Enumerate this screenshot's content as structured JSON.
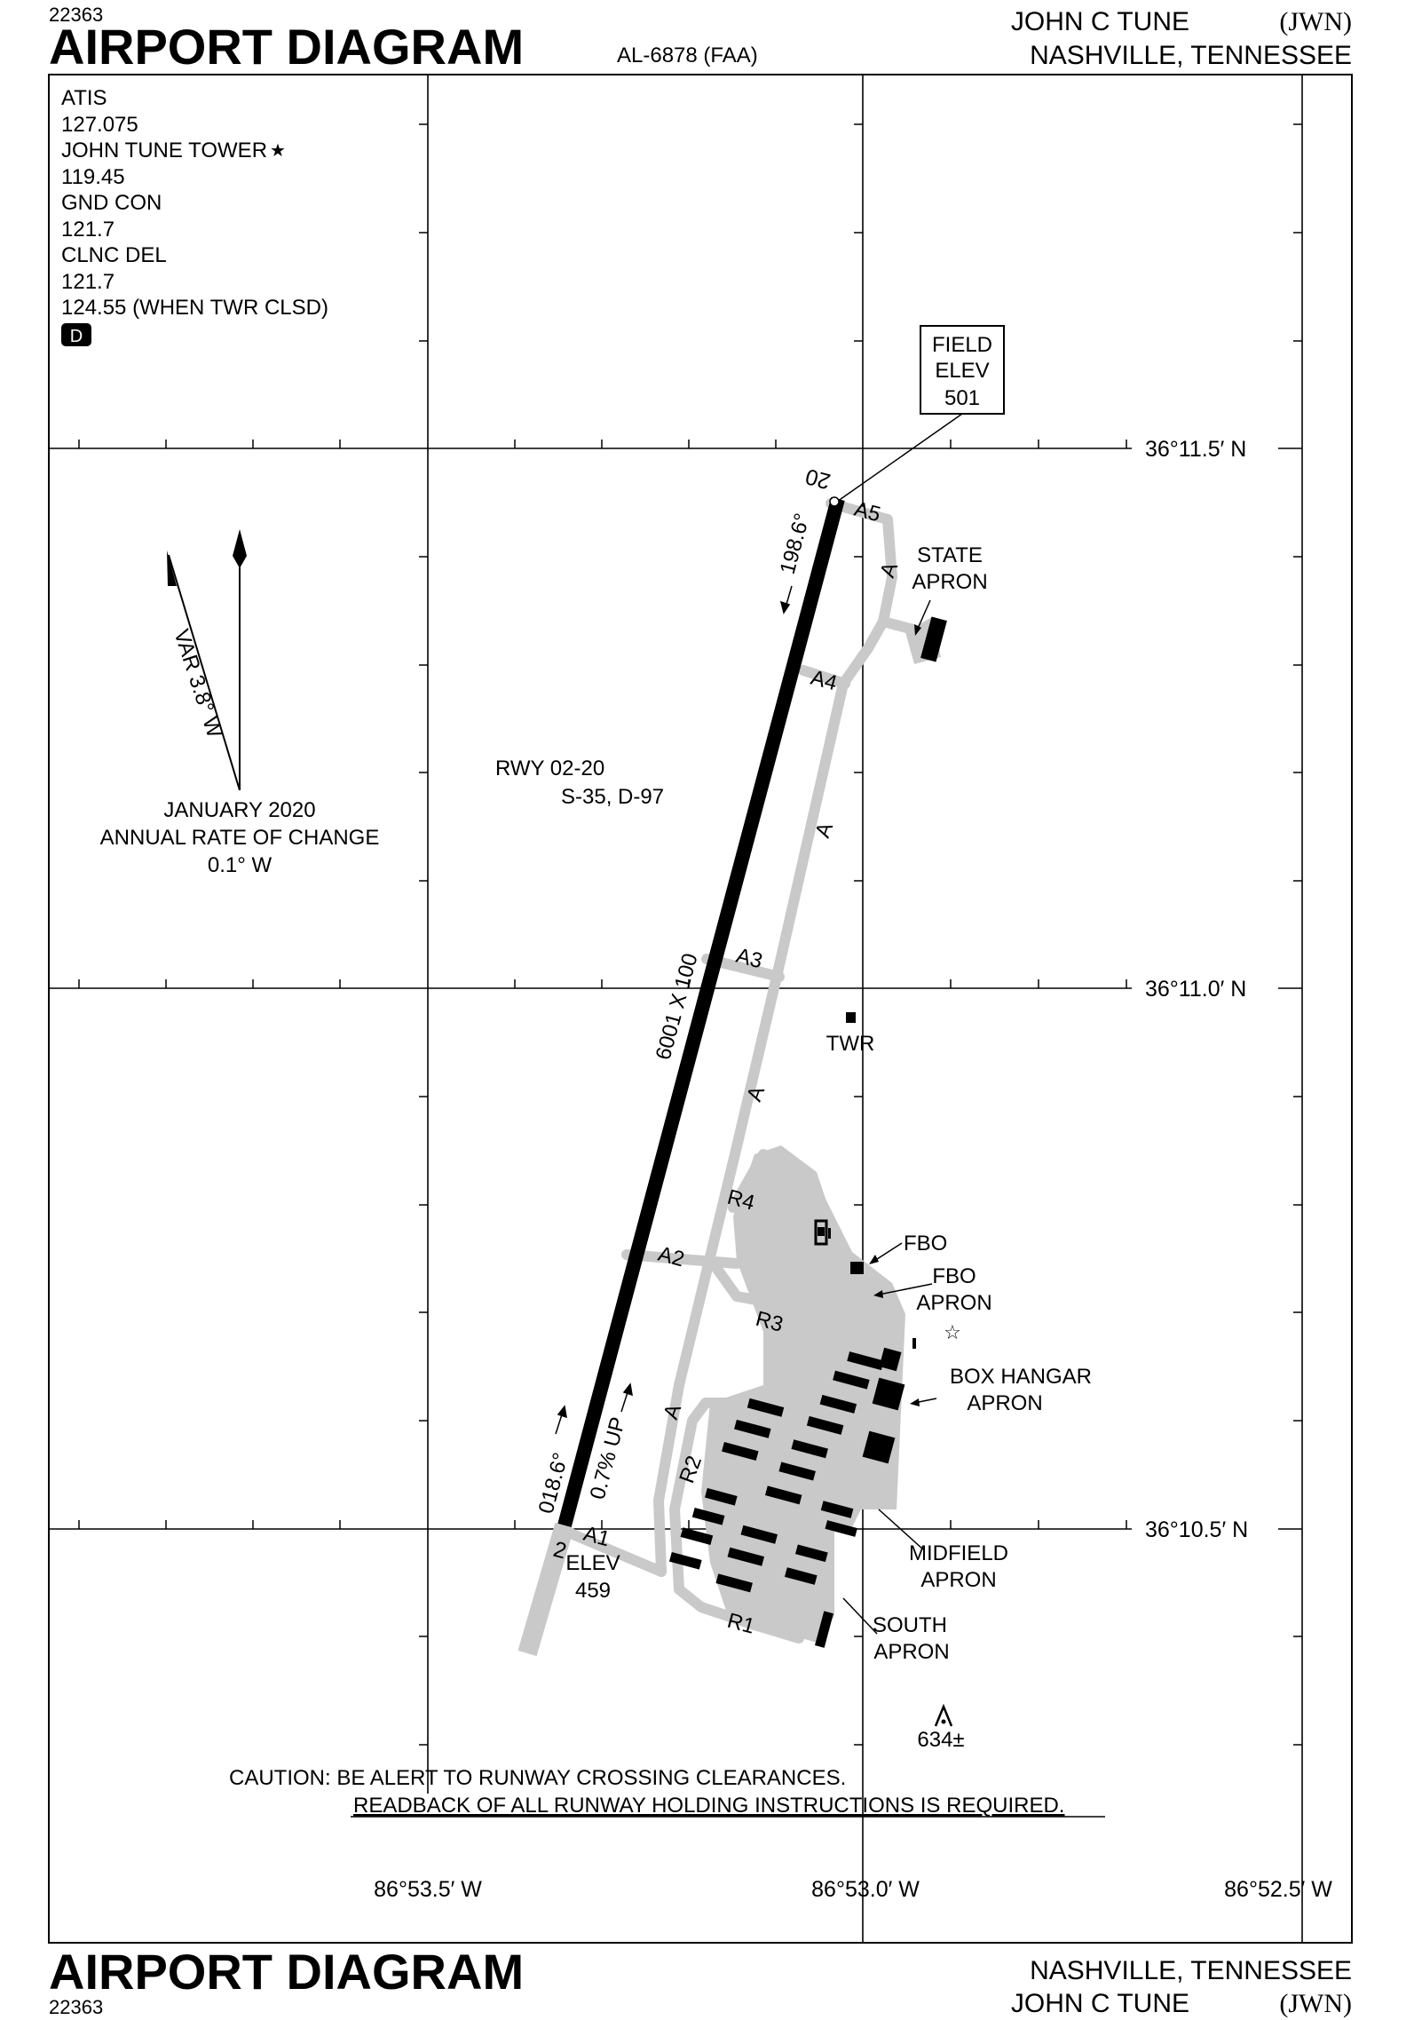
{
  "header": {
    "chart_number": "22363",
    "title": "AIRPORT DIAGRAM",
    "doc_id": "AL-6878 (FAA)",
    "airport_name": "JOHN C TUNE",
    "airport_id": "(JWN)",
    "city_state": "NASHVILLE, TENNESSEE"
  },
  "frequencies": {
    "lines": [
      "ATIS",
      "127.075",
      "JOHN TUNE TOWER",
      "119.45",
      "GND CON",
      "121.7",
      "CLNC DEL",
      "121.7",
      "124.55 (WHEN TWR CLSD)"
    ],
    "tower_star": "★",
    "d_badge": "D"
  },
  "magnetic": {
    "variation": "VAR 3.8° W",
    "date": "JANUARY 2020",
    "rate_label": "ANNUAL RATE OF CHANGE",
    "rate": "0.1° W"
  },
  "field_elev": {
    "line1": "FIELD",
    "line2": "ELEV",
    "value": "501"
  },
  "runway": {
    "designation": "RWY 02-20",
    "strength": "S-35, D-97",
    "dimensions": "6001 X 100",
    "end_north": "20",
    "end_south": "2",
    "heading_north": "198.6°",
    "heading_south": "018.6°",
    "slope": "0.7% UP",
    "elev_label": "ELEV",
    "elev_south": "459"
  },
  "taxiways": {
    "A": "A",
    "A1": "A1",
    "A2": "A2",
    "A3": "A3",
    "A4": "A4",
    "A5": "A5",
    "R1": "R1",
    "R2": "R2",
    "R3": "R3",
    "R4": "R4"
  },
  "labels": {
    "state_apron_1": "STATE",
    "state_apron_2": "APRON",
    "twr": "TWR",
    "fbo": "FBO",
    "fbo_apron_1": "FBO",
    "fbo_apron_2": "APRON",
    "box_hangar_1": "BOX HANGAR",
    "box_hangar_2": "APRON",
    "midfield_1": "MIDFIELD",
    "midfield_2": "APRON",
    "south_1": "SOUTH",
    "south_2": "APRON",
    "obstacle": "634±"
  },
  "latitudes": [
    "36°11.5′ N",
    "36°11.0′ N",
    "36°10.5′ N"
  ],
  "longitudes": [
    "86°53.5′ W",
    "86°53.0′ W",
    "86°52.5′ W"
  ],
  "caution": {
    "line1": "CAUTION: BE ALERT TO RUNWAY CROSSING CLEARANCES.",
    "line2": "READBACK OF ALL RUNWAY HOLDING INSTRUCTIONS IS REQUIRED."
  }
}
